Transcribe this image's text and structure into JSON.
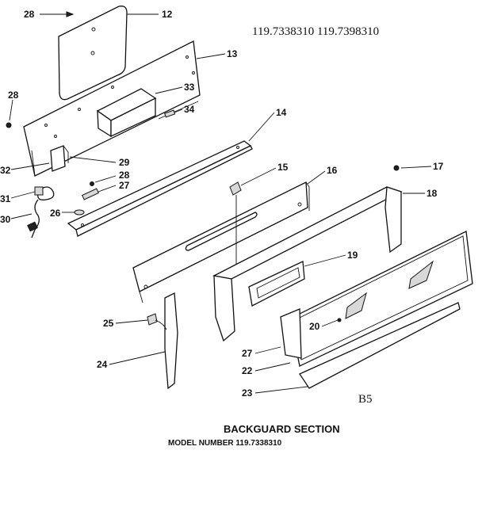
{
  "model_header": "119.7338310  119.7398310",
  "page_mark": "B5",
  "caption": {
    "title": "BACKGUARD SECTION",
    "model_line": "MODEL NUMBER 119.7338310"
  },
  "callouts": {
    "c28a": "28",
    "c12": "12",
    "c13": "13",
    "c28b": "28",
    "c33": "33",
    "c34": "34",
    "c14": "14",
    "c32": "32",
    "c29": "29",
    "c28c": "28",
    "c27a": "27",
    "c31": "31",
    "c26": "26",
    "c30": "30",
    "c15": "15",
    "c16": "16",
    "c17": "17",
    "c18": "18",
    "c19": "19",
    "c25": "25",
    "c20": "20",
    "c24": "24",
    "c27b": "27",
    "c22": "22",
    "c23": "23"
  }
}
